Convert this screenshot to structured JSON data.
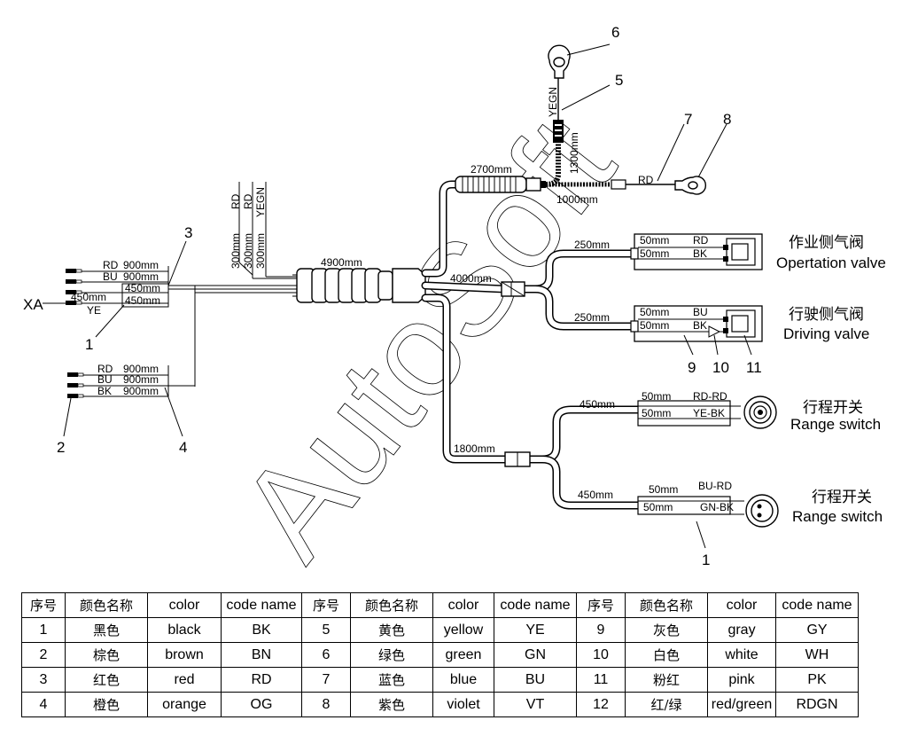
{
  "diagram": {
    "connector_label": "XA",
    "bundle_left_top": [
      {
        "code": "RD",
        "length": "900mm"
      },
      {
        "code": "BU",
        "length": "900mm"
      },
      {
        "length": "450mm"
      },
      {
        "length": "450mm"
      }
    ],
    "ye_label": "YE",
    "length_450_side": "450mm",
    "bundle_left_bottom": [
      {
        "code": "RD",
        "length": "900mm"
      },
      {
        "code": "BU",
        "length": "900mm"
      },
      {
        "code": "BK",
        "length": "900mm"
      }
    ],
    "vertical_wires": [
      {
        "code": "RD",
        "length": "300mm"
      },
      {
        "code": "RD",
        "length": "300mm"
      },
      {
        "code": "YEGN",
        "length": "300mm"
      }
    ],
    "trunk_length": "4900mm",
    "upper_branch_length": "2700mm",
    "yegn_label": "YEGN",
    "yegn_length": "1300mm",
    "rd_branch_length": "1000mm",
    "rd_label": "RD",
    "mid_branch_length": "4000mm",
    "low_branch_length": "1800mm",
    "operation_valve": {
      "cn": "作业侧气阀",
      "en": "Opertation valve",
      "branch_length": "250mm",
      "wires": [
        {
          "length": "50mm",
          "code": "RD"
        },
        {
          "length": "50mm",
          "code": "BK"
        }
      ]
    },
    "driving_valve": {
      "cn": "行驶侧气阀",
      "en": "Driving valve",
      "branch_length": "250mm",
      "wires": [
        {
          "length": "50mm",
          "code": "BU"
        },
        {
          "length": "50mm",
          "code": "BK"
        }
      ]
    },
    "range_switch_1": {
      "cn": "行程开关",
      "en": "Range switch",
      "branch_length": "450mm",
      "wires": [
        {
          "length": "50mm",
          "code": "RD-RD"
        },
        {
          "length": "50mm",
          "code": "YE-BK"
        }
      ]
    },
    "range_switch_2": {
      "cn": "行程开关",
      "en": "Range switch",
      "branch_length": "450mm",
      "wires": [
        {
          "length": "50mm",
          "code": "BU-RD"
        },
        {
          "length": "50mm",
          "code": "GN-BK"
        }
      ]
    },
    "callouts": [
      "6",
      "5",
      "7",
      "8",
      "3",
      "1",
      "2",
      "4",
      "9",
      "10",
      "11",
      "1"
    ],
    "watermark": "AutoSoft"
  },
  "legend": {
    "headers": [
      "序号",
      "颜色名称",
      "color",
      "code name",
      "序号",
      "颜色名称",
      "color",
      "code name",
      "序号",
      "颜色名称",
      "color",
      "code name"
    ],
    "rows": [
      [
        "1",
        "黑色",
        "black",
        "BK",
        "5",
        "黄色",
        "yellow",
        "YE",
        "9",
        "灰色",
        "gray",
        "GY"
      ],
      [
        "2",
        "棕色",
        "brown",
        "BN",
        "6",
        "绿色",
        "green",
        "GN",
        "10",
        "白色",
        "white",
        "WH"
      ],
      [
        "3",
        "红色",
        "red",
        "RD",
        "7",
        "蓝色",
        "blue",
        "BU",
        "11",
        "粉红",
        "pink",
        "PK"
      ],
      [
        "4",
        "橙色",
        "orange",
        "OG",
        "8",
        "紫色",
        "violet",
        "VT",
        "12",
        "红/绿",
        "red/green",
        "RDGN"
      ]
    ]
  }
}
